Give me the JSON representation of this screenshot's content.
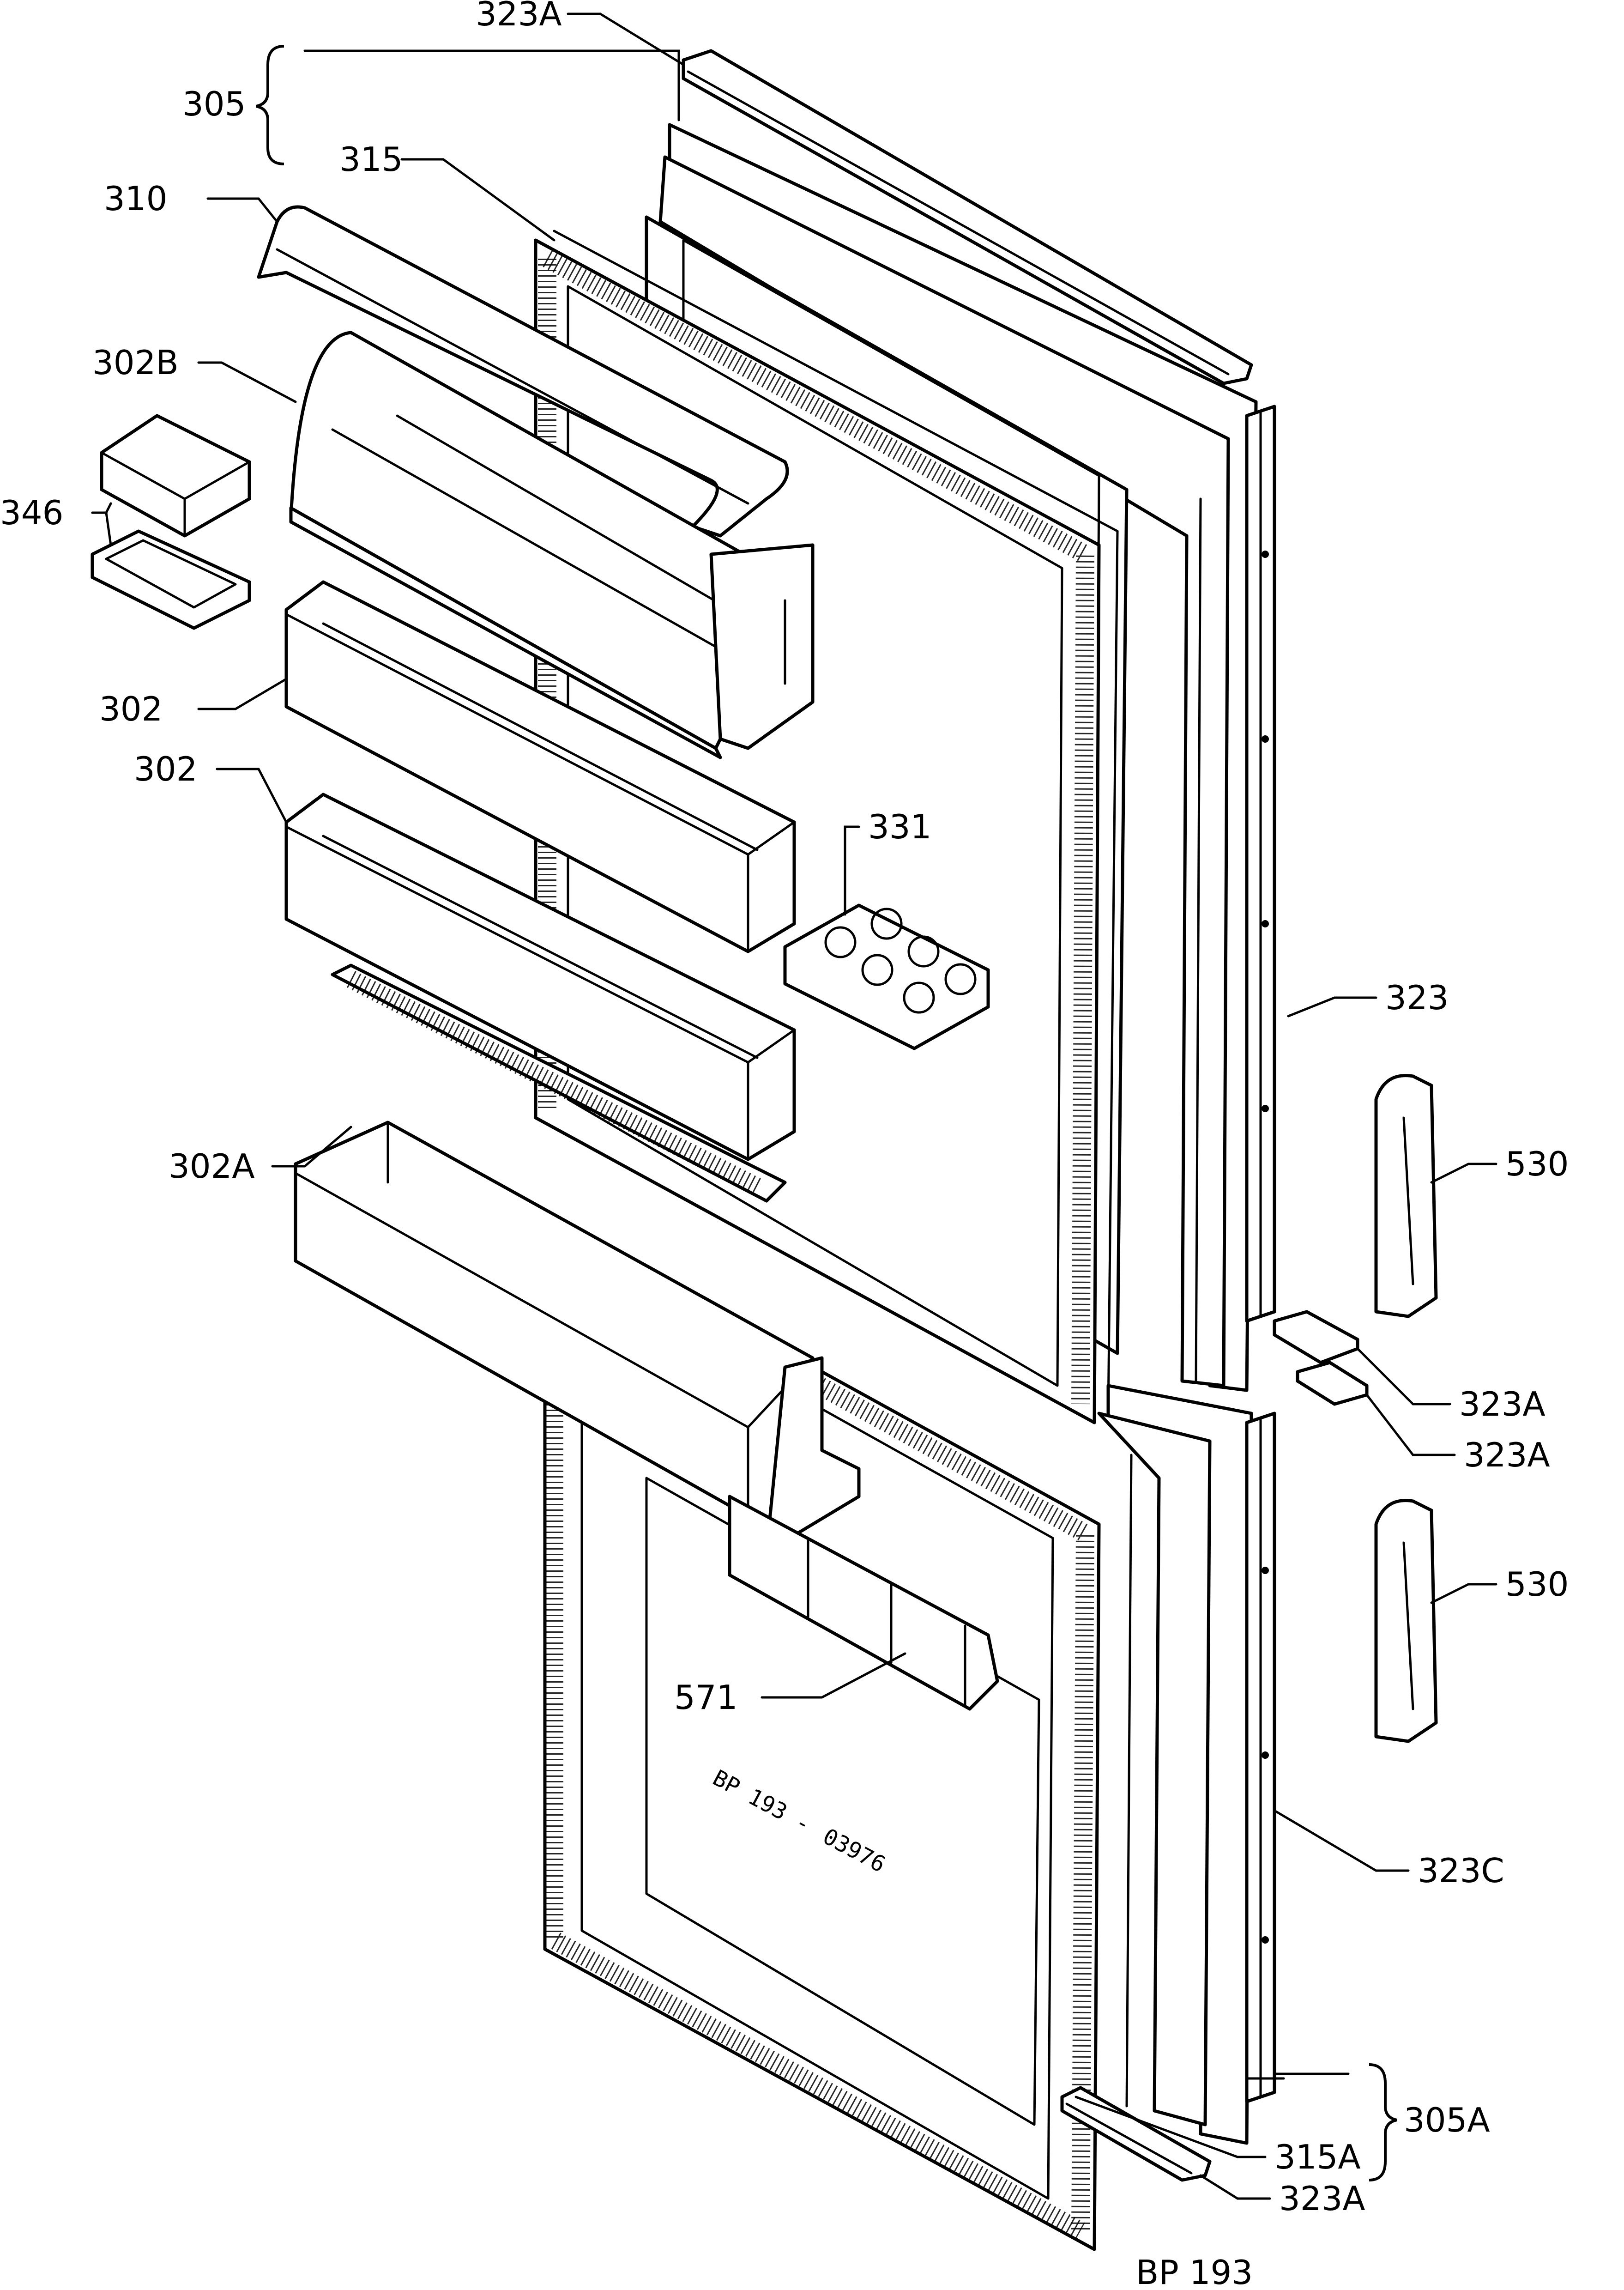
{
  "labels": {
    "c323A_top": "323A",
    "c305": "305",
    "c315": "315",
    "c310": "310",
    "c302B": "302B",
    "c346": "346",
    "c302_a": "302",
    "c302_b": "302",
    "c331": "331",
    "c323": "323",
    "c302A": "302A",
    "c530_top": "530",
    "c323A_mid1": "323A",
    "c323A_mid2": "323A",
    "c530_bottom": "530",
    "c571": "571",
    "c323C": "323C",
    "c305A": "305A",
    "c315A": "315A",
    "c323A_bottom": "323A"
  },
  "stamp": {
    "line1": "BP 193 -",
    "line2": "03976"
  },
  "footer": {
    "code": "BP 193"
  },
  "colors": {
    "ink": "#000000",
    "paper": "#ffffff"
  }
}
